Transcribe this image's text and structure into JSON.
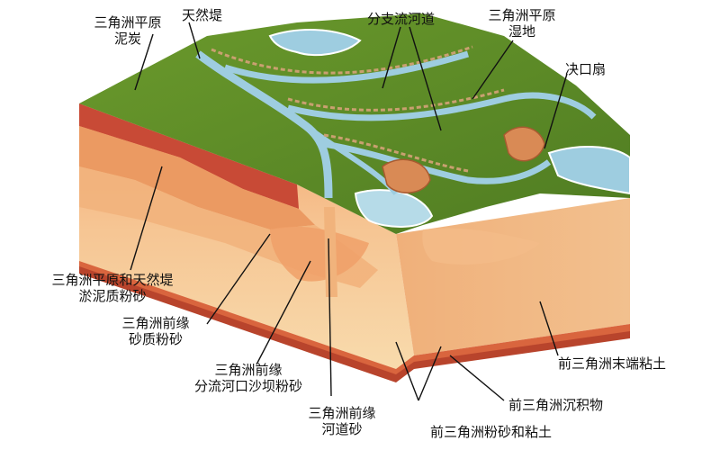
{
  "labels": {
    "delta_plain_peat_1": "三角洲平原",
    "delta_plain_peat_2": "泥炭",
    "natural_levee": "天然堤",
    "distributary_channel": "分支流河道",
    "delta_plain_wetland_1": "三角洲平原",
    "delta_plain_wetland_2": "湿地",
    "crevasse_splay": "决口扇",
    "plain_levee_silt_1": "三角洲平原和天然堤",
    "plain_levee_silt_2": "淤泥质粉砂",
    "front_sandy_silt_1": "三角洲前缘",
    "front_sandy_silt_2": "砂质粉砂",
    "front_mouthbar_1": "三角洲前缘",
    "front_mouthbar_2": "分流河口沙坝粉砂",
    "front_channel_sand_1": "三角洲前缘",
    "front_channel_sand_2": "河道砂",
    "prodelta_distal_clay": "前三角洲末端粘土",
    "prodelta_deposit": "前三角洲沉积物",
    "prodelta_silt_clay": "前三角洲粉砂和粘土"
  },
  "colors": {
    "plain_green": "#5f8f2a",
    "water_blue": "#9ecde0",
    "levee_tan": "#c9a070",
    "upper_orange": "#f0a870",
    "mid_orange": "#f5c08a",
    "lower_sand": "#f7d8a8",
    "deep_red": "#c0503a",
    "leader_line": "#111111"
  },
  "icons": [
    "block-diagram-illustration"
  ]
}
